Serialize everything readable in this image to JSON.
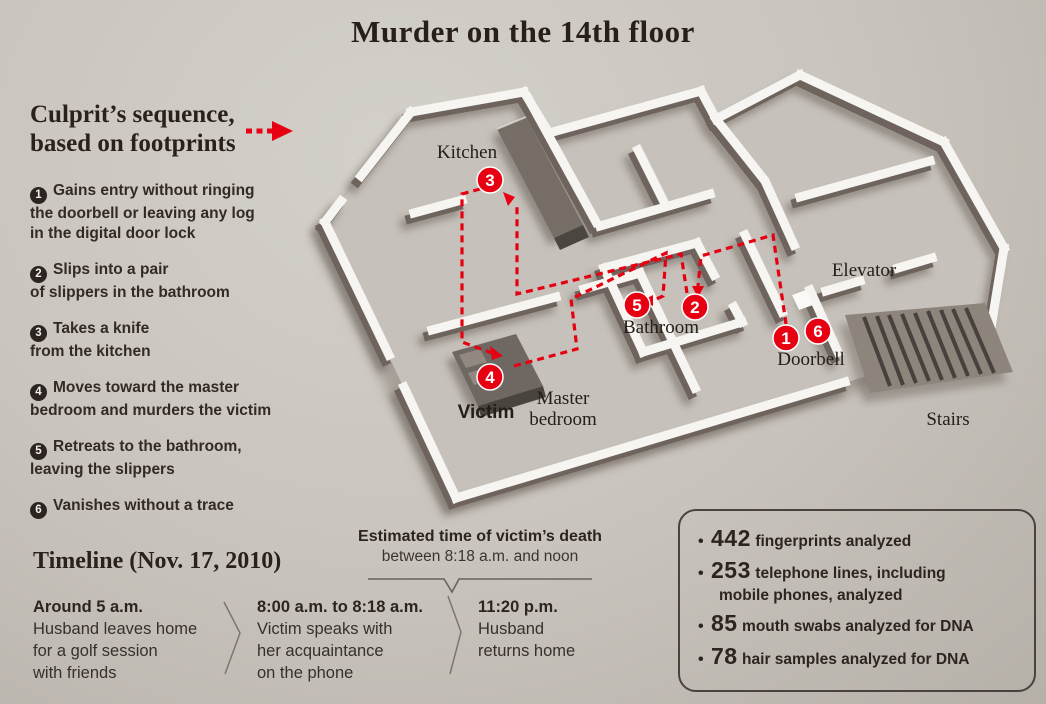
{
  "title": "Murder on the 14th floor",
  "colors": {
    "background": "#c9c4bd",
    "ink": "#2a211d",
    "accent_red": "#e60012",
    "wall_white": "#f7f5f1"
  },
  "sequence": {
    "heading": "Culprit’s sequence,\nbased on footprints",
    "items": [
      {
        "num": "1",
        "text": "Gains entry without ringing\nthe doorbell or leaving any log\nin the digital door lock"
      },
      {
        "num": "2",
        "text": "Slips into a pair\nof slippers in the bathroom"
      },
      {
        "num": "3",
        "text": "Takes a knife\nfrom the kitchen"
      },
      {
        "num": "4",
        "text": "Moves toward the master\nbedroom and murders the victim"
      },
      {
        "num": "5",
        "text": "Retreats to the bathroom,\nleaving the slippers"
      },
      {
        "num": "6",
        "text": "Vanishes without a trace"
      }
    ]
  },
  "plan": {
    "labels": {
      "kitchen": "Kitchen",
      "elevator": "Elevator",
      "bathroom": "Bathroom",
      "doorbell": "Doorbell",
      "master_line1": "Master",
      "master_line2": "bedroom",
      "victim": "Victim",
      "stairs": "Stairs"
    },
    "markers": [
      {
        "num": "1"
      },
      {
        "num": "2"
      },
      {
        "num": "3"
      },
      {
        "num": "4"
      },
      {
        "num": "5"
      },
      {
        "num": "6"
      }
    ]
  },
  "timeline": {
    "heading": "Timeline (Nov. 17, 2010)",
    "death_note": {
      "line1": "Estimated time of victim’s death",
      "line2": "between 8:18 a.m. and noon"
    },
    "entries": [
      {
        "time": "Around 5 a.m.",
        "desc": "Husband leaves home\nfor a golf session\nwith friends"
      },
      {
        "time": "8:00 a.m. to 8:18 a.m.",
        "desc": "Victim speaks with\nher acquaintance\non the phone"
      },
      {
        "time": "11:20 p.m.",
        "desc": "Husband\nreturns home"
      }
    ]
  },
  "stats": {
    "items": [
      {
        "value": "442",
        "label": "fingerprints analyzed"
      },
      {
        "value": "253",
        "label": "telephone lines, including\nmobile phones, analyzed"
      },
      {
        "value": "85",
        "label": "mouth swabs analyzed for DNA"
      },
      {
        "value": "78",
        "label": "hair samples analyzed for DNA"
      }
    ]
  }
}
